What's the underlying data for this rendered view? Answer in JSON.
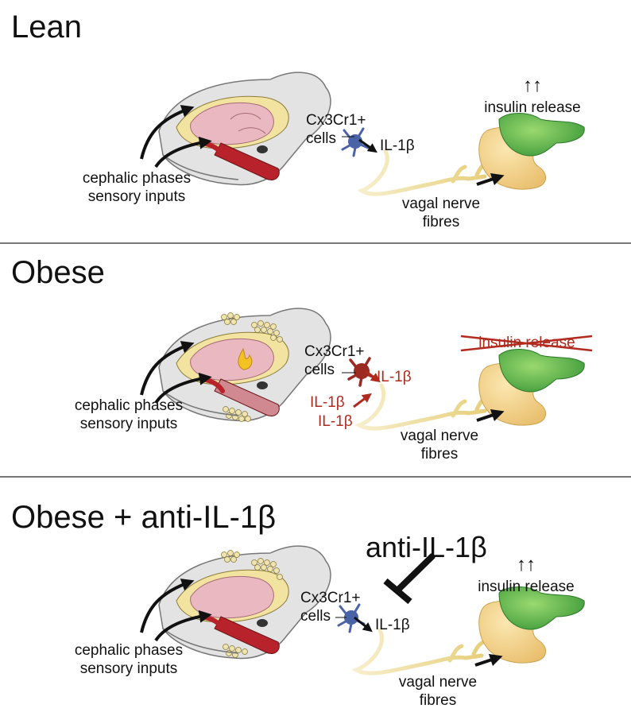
{
  "panels": [
    {
      "title": "Lean",
      "sensory_label_line1": "cephalic phases",
      "sensory_label_line2": "sensory inputs",
      "cells_label_line1": "Cx3Cr1+",
      "cells_label_line2": "cells",
      "cytokine_label": "IL-1β",
      "nerve_label_line1": "vagal nerve",
      "nerve_label_line2": "fibres",
      "insulin_arrows": "↑↑",
      "insulin_label": "insulin release"
    },
    {
      "title": "Obese",
      "sensory_label_line1": "cephalic phases",
      "sensory_label_line2": "sensory inputs",
      "cells_label_line1": "Cx3Cr1+",
      "cells_label_line2": "cells",
      "cytokine_label": "IL-1β",
      "extra_cytokine_1": "IL-1β",
      "extra_cytokine_2": "IL-1β",
      "nerve_label_line1": "vagal nerve",
      "nerve_label_line2": "fibres",
      "insulin_label": "insulin release"
    },
    {
      "title": "Obese + anti-IL-1β",
      "anti_label": "anti-IL-1β",
      "sensory_label_line1": "cephalic phases",
      "sensory_label_line2": "sensory inputs",
      "cells_label_line1": "Cx3Cr1+",
      "cells_label_line2": "cells",
      "cytokine_label": "IL-1β",
      "nerve_label_line1": "vagal nerve",
      "nerve_label_line2": "fibres",
      "insulin_arrows": "↑↑",
      "insulin_label": "insulin release"
    }
  ],
  "colors": {
    "brain_gray": "#e3e3e3",
    "brain_pink": "#eab8c0",
    "brain_yellow": "#f2e4a0",
    "muscle_red": "#b8232b",
    "fat_cells": "#efe3b0",
    "nerve": "#f1e3a4",
    "pancreas": "#f5d690",
    "duodenum_green": "#5fb84c",
    "microglia_blue": "#4a62a6",
    "microglia_red": "#9a2a22",
    "inflammation_red": "#b02a1e"
  }
}
